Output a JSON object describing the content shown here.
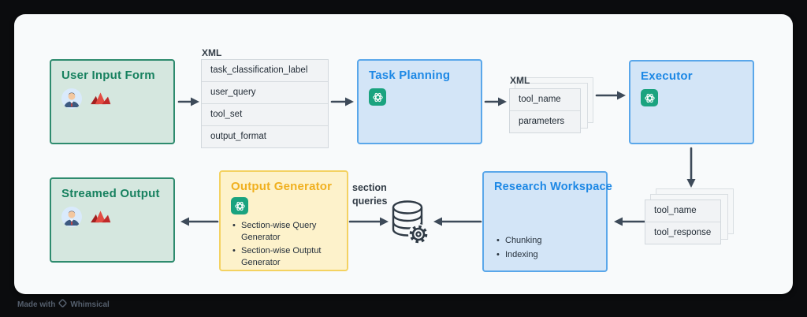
{
  "watermark": {
    "prefix": "Made with",
    "brand": "Whimsical"
  },
  "colors": {
    "green_fill": "#d5e7df",
    "green_border": "#2e8b6e",
    "green_title": "#17815f",
    "blue_fill": "#d3e5f7",
    "blue_border": "#5aa7ea",
    "blue_title": "#1d88e5",
    "yellow_fill": "#fdf2cb",
    "yellow_border": "#f4d261",
    "yellow_title": "#f0b01f",
    "arrow": "#3d4a59",
    "card_fill": "#f1f3f5",
    "openai_green": "#1aa37f"
  },
  "nodes": {
    "user_input_form": {
      "title": "User Input Form"
    },
    "xml_form": {
      "label": "XML",
      "rows": [
        "task_classification_label",
        "user_query",
        "tool_set",
        "output_format"
      ]
    },
    "task_planning": {
      "title": "Task Planning"
    },
    "xml_tool_call": {
      "label": "XML",
      "rows": [
        "tool_name",
        "parameters"
      ]
    },
    "executor": {
      "title": "Executor"
    },
    "tool_result": {
      "rows": [
        "tool_name",
        "tool_response"
      ]
    },
    "research_workspace": {
      "title": "Research Workspace",
      "bullets": [
        "Chunking",
        "Indexing"
      ]
    },
    "section_queries": {
      "line1": "section",
      "line2": "queries"
    },
    "output_generator": {
      "title": "Output Generator",
      "bullets": [
        "Section-wise Query Generator",
        "Section-wise Outptut Generator"
      ]
    },
    "streamed_output": {
      "title": "Streamed Output"
    }
  }
}
